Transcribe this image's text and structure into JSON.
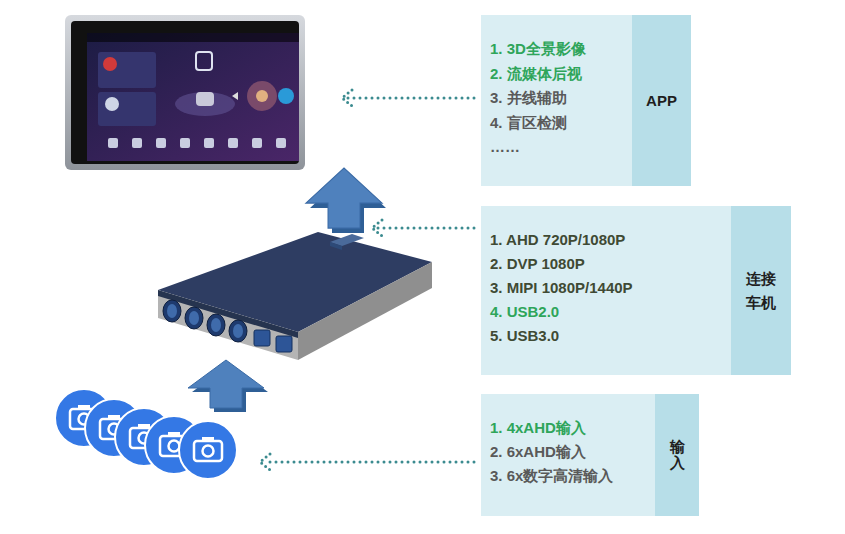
{
  "diagram": {
    "nodes": [
      {
        "text": [
          "1. 3D全景影像",
          "2. 流媒体后视",
          "3. 并线辅助",
          "4. 盲区检测",
          "……"
        ]
      },
      {
        "text": [
          "APP"
        ]
      },
      {
        "text": [
          "1. AHD 720P/1080P",
          "2. DVP 1080P",
          "3. MIPI 1080P/1440P",
          "4. USB2.0",
          "5. USB3.0"
        ]
      },
      {
        "text": [
          "连接 车机"
        ]
      },
      {
        "text": [
          "1. 4xAHD输入",
          "2. 6xAHD输入",
          "3. 6x数字高清输入"
        ]
      },
      {
        "text": [
          "输入"
        ]
      }
    ]
  }
}
